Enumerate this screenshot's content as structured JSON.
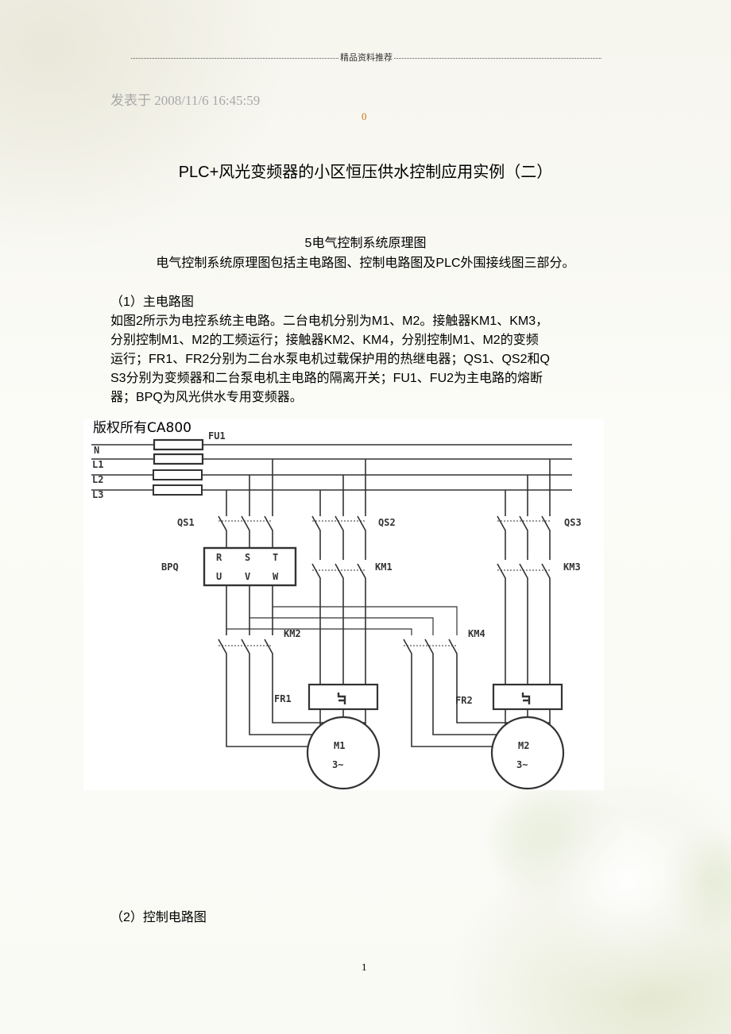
{
  "header": {
    "label": "精品资料推荐"
  },
  "meta": {
    "posted": "发表于 2008/11/6 16:45:59",
    "count": "0"
  },
  "article": {
    "title": "PLC+风光变频器的小区恒压供水控制应用实例（二）",
    "section_heading": "5电气控制系统原理图",
    "section_intro": "电气控制系统原理图包括主电路图、控制电路图及PLC外围接线图三部分。",
    "sub1_heading": "（1）主电路图",
    "sub1_lines": [
      "如图2所示为电控系统主电路。二台电机分别为M1、M2。接触器KM1、KM3，",
      "分别控制M1、M2的工频运行；接触器KM2、KM4，分别控制M1、M2的变频",
      "运行；FR1、FR2分别为二台水泵电机过载保护用的热继电器；QS1、QS2和Q",
      "S3分别为变频器和二台泵电机主电路的隔离开关；FU1、FU2为主电路的熔断",
      "器；BPQ为风光供水专用变频器。"
    ],
    "sub2_heading": "（2）控制电路图"
  },
  "diagram": {
    "watermark": "版权所有CA800",
    "fuse_label": "FU1",
    "lines": [
      "N",
      "L1",
      "L2",
      "L3"
    ],
    "qs1": "QS1",
    "qs2": "QS2",
    "qs3": "QS3",
    "bpq": "BPQ",
    "bpq_in": [
      "R",
      "S",
      "T"
    ],
    "bpq_out": [
      "U",
      "V",
      "W"
    ],
    "km1": "KM1",
    "km2": "KM2",
    "km3": "KM3",
    "km4": "KM4",
    "fr1": "FR1",
    "fr2": "FR2",
    "m1": "M1",
    "m2": "M2",
    "phase": "3~"
  },
  "footer": {
    "page": "1"
  }
}
